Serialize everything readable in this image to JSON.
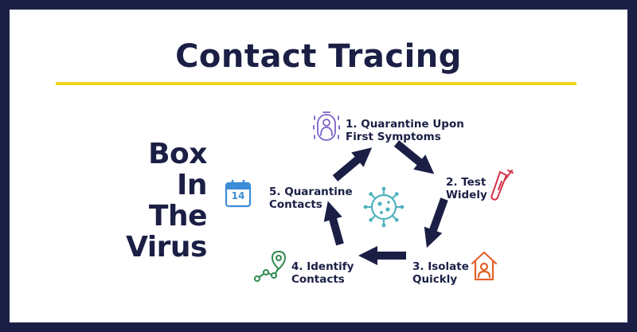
{
  "title": "Contact Tracing",
  "slogan": [
    "Box",
    "In",
    "The",
    "Virus"
  ],
  "steps": [
    {
      "lines": [
        "1.  Quarantine Upon",
        "First Symptoms"
      ],
      "icon": "person-quarantine-icon",
      "color": "#7b61c9"
    },
    {
      "lines": [
        "2. Test",
        "Widely"
      ],
      "icon": "test-tube-icon",
      "color": "#d3344a"
    },
    {
      "lines": [
        "3. Isolate",
        "Quickly"
      ],
      "icon": "home-isolation-icon",
      "color": "#e0622a"
    },
    {
      "lines": [
        "4. Identify",
        "Contacts"
      ],
      "icon": "route-map-icon",
      "color": "#2f8a4e"
    },
    {
      "lines": [
        "5. Quarantine",
        "Contacts"
      ],
      "icon": "calendar-icon",
      "color": "#3b8dd6"
    }
  ],
  "calendar_number": "14",
  "center_icon": "virus-icon",
  "colors": {
    "border": "#1b1f45",
    "text": "#1b1f45",
    "rule": "#f3d21c",
    "arrow": "#1b1f45",
    "virus": "#4fb3bf"
  }
}
